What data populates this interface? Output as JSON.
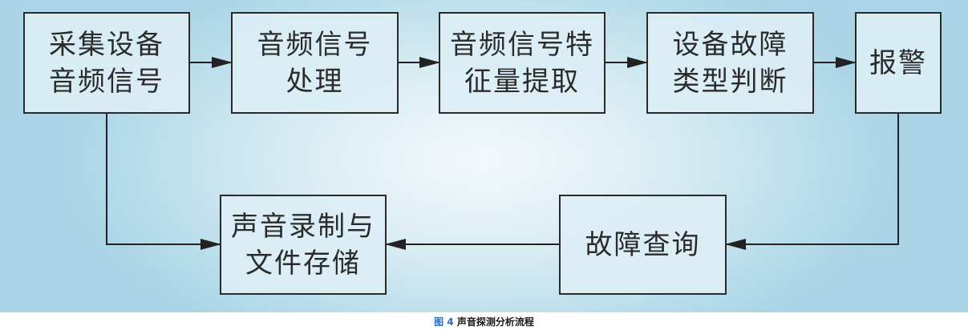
{
  "diagram": {
    "nodes": {
      "capture": "采集设备\n音频信号",
      "process": "音频信号\n处理",
      "extract": "音频信号特\n征量提取",
      "classify": "设备故障\n类型判断",
      "alarm": "报警",
      "record": "声音录制与\n文件存储",
      "query": "故障查询"
    }
  },
  "caption": {
    "figure": "图 4",
    "title": "声音探测分析流程"
  },
  "colors": {
    "background_center": "#f4f9fc",
    "background_edge": "#a9d5e6",
    "box_fill": "#dceef5",
    "stroke": "#2a2a2a",
    "caption_number": "#2a6fc0"
  }
}
